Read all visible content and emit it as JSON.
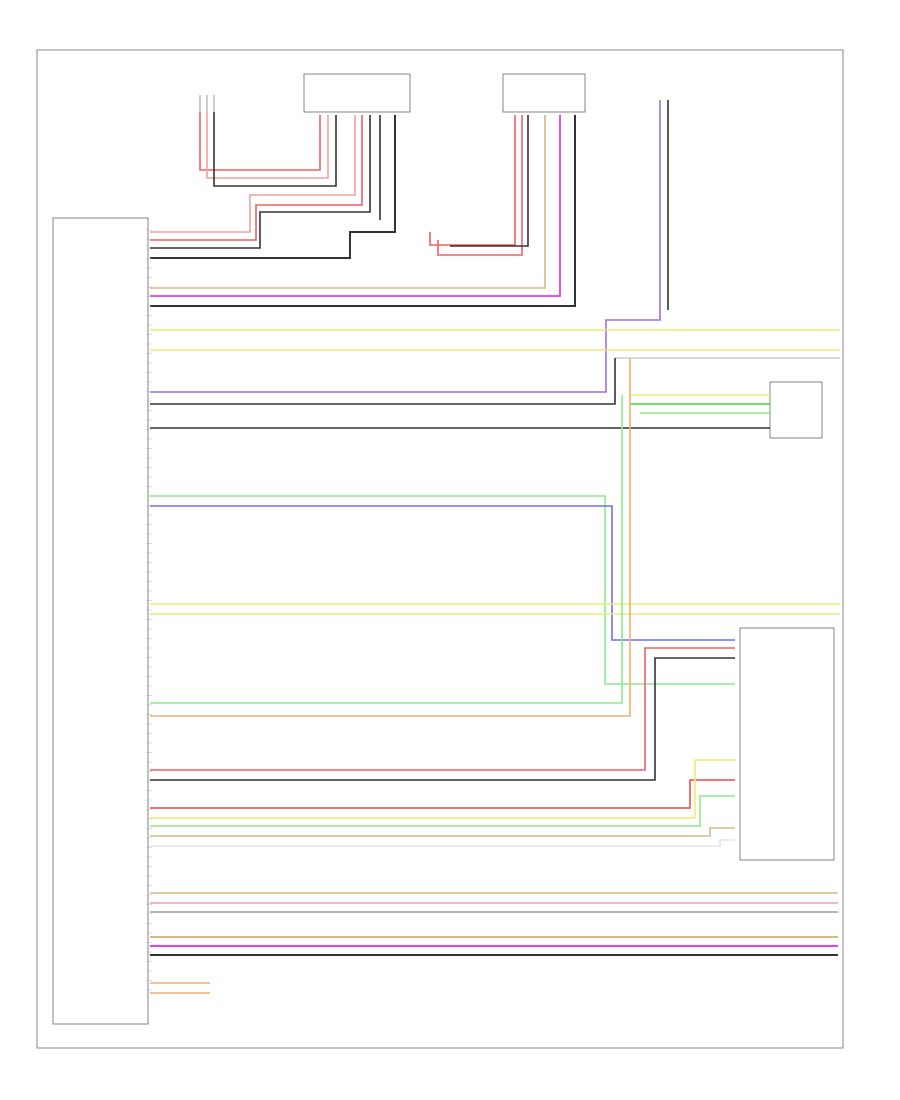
{
  "diagram": {
    "top_components": [
      {
        "id": "t1",
        "label": ""
      },
      {
        "id": "t2",
        "label": ""
      },
      {
        "id": "t3",
        "label": ""
      },
      {
        "id": "t4",
        "label": ""
      }
    ],
    "left_module": {
      "caption": ""
    },
    "right_modules": [
      {
        "id": "r1",
        "caption": ""
      },
      {
        "id": "r2",
        "caption": ""
      }
    ],
    "footer_code": "",
    "colors": {
      "red": "#f06060",
      "pink": "#f2a0a0",
      "black": "#333333",
      "gray": "#9a9a9a",
      "white": "#cccccc",
      "yellow": "#ecec70",
      "tan": "#d8b888",
      "magenta": "#e83ce8",
      "violet": "#9b6fe0",
      "blue": "#6f6ff0",
      "green": "#3cd83c",
      "lightgreen": "#8fe88f",
      "orange": "#f0b070",
      "brown": "#a07040"
    }
  }
}
